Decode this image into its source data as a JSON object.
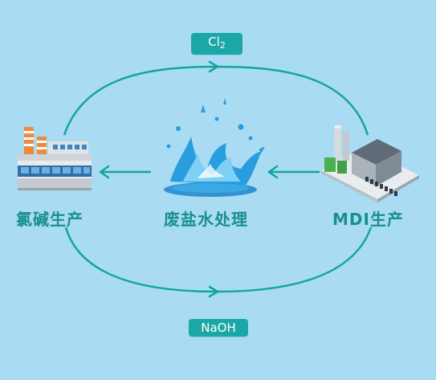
{
  "cycle": {
    "top_flow_label": "Cl",
    "top_flow_subscript": "2",
    "bottom_flow_label": "NaOH"
  },
  "nodes": {
    "left": {
      "label": "氯碱生产",
      "icon": "chlor-alkali-factory-icon"
    },
    "center": {
      "label": "废盐水处理",
      "icon": "water-splash-icon"
    },
    "right": {
      "label": "MDI生产",
      "icon": "mdi-plant-icon"
    }
  },
  "colors": {
    "background": "#a9dcf3",
    "accent": "#1aa7a6",
    "label_text": "#188f92",
    "arrow": "#15a3a3"
  }
}
